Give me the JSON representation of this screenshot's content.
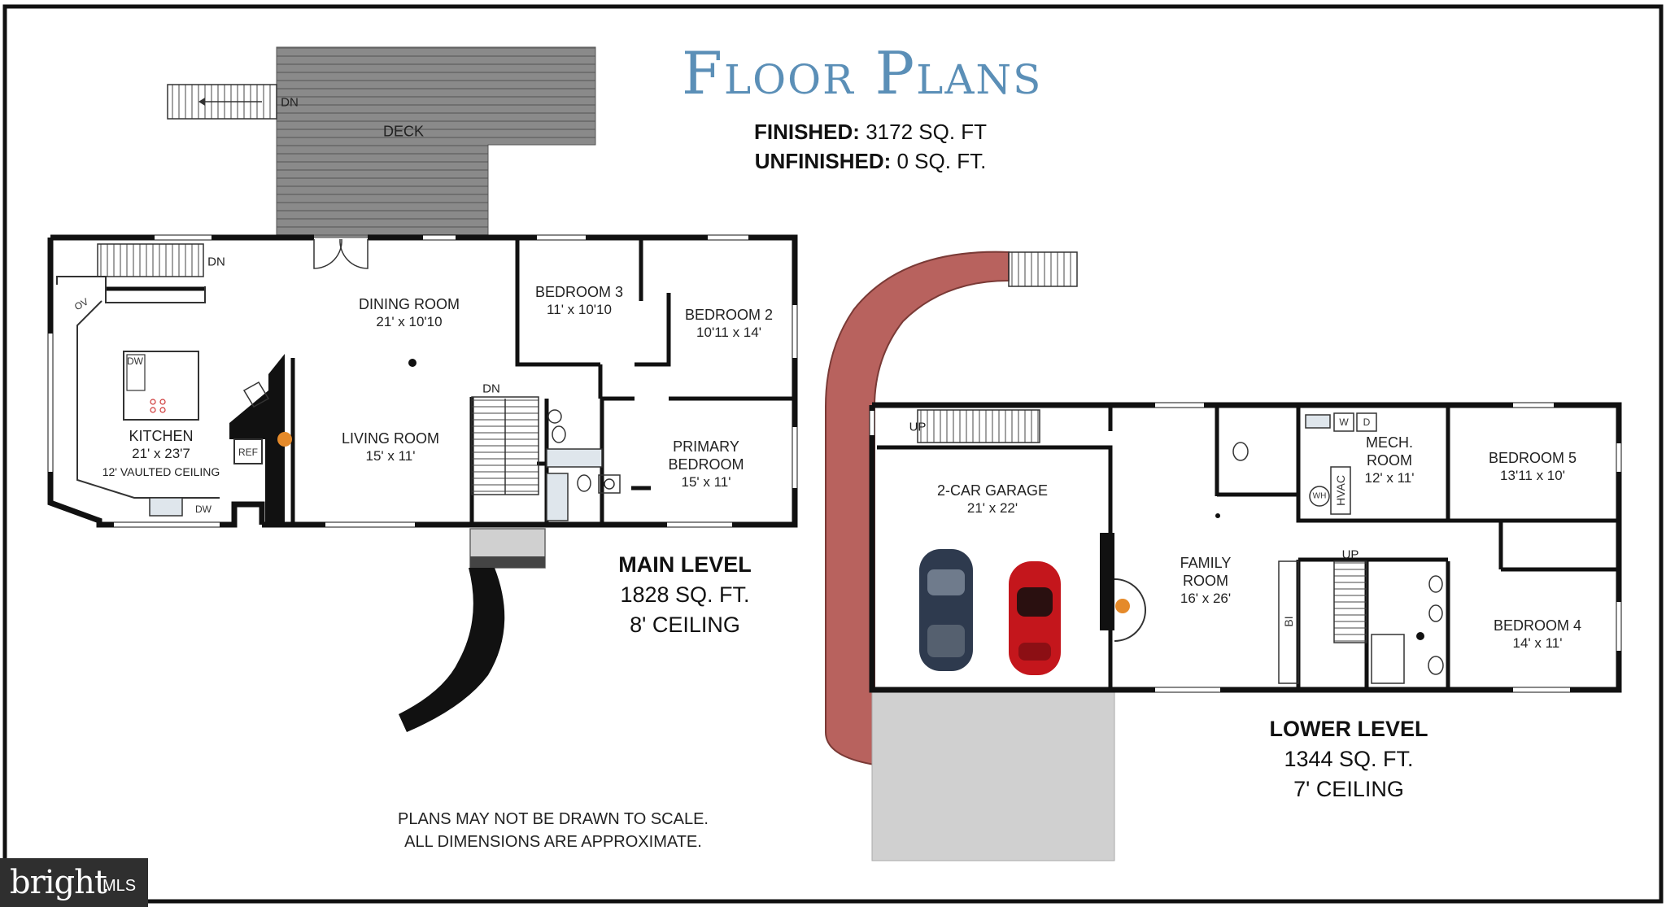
{
  "header": {
    "title": "Floor Plans",
    "finished_label": "FINISHED:",
    "finished_value": "3172 SQ. FT",
    "unfinished_label": "UNFINISHED:",
    "unfinished_value": "0 SQ. FT."
  },
  "main_level": {
    "name": "MAIN LEVEL",
    "area": "1828 SQ. FT.",
    "ceiling": "8' CEILING",
    "deck_label": "DECK",
    "stair_down_1": "DN",
    "stair_down_2": "DN",
    "stair_down_3": "DN",
    "rooms": {
      "dining": {
        "name": "DINING ROOM",
        "dim": "21' x 10'10"
      },
      "living": {
        "name": "LIVING ROOM",
        "dim": "15' x 11'"
      },
      "kitchen": {
        "name": "KITCHEN",
        "dim": "21' x 23'7",
        "note": "12' VAULTED CEILING"
      },
      "bedroom3": {
        "name": "BEDROOM 3",
        "dim": "11' x 10'10"
      },
      "bedroom2": {
        "name": "BEDROOM 2",
        "dim": "10'11 x 14'"
      },
      "primary": {
        "name": "PRIMARY BEDROOM",
        "dim": "15' x 11'"
      }
    },
    "fixtures": {
      "oven": "OV",
      "dishwasher_island": "DW",
      "dishwasher_counter": "DW",
      "fridge": "REF"
    }
  },
  "lower_level": {
    "name": "LOWER LEVEL",
    "area": "1344 SQ. FT.",
    "ceiling": "7' CEILING",
    "stair_up_1": "UP",
    "stair_up_2": "UP",
    "rooms": {
      "garage": {
        "name": "2-CAR GARAGE",
        "dim": "21' x 22'"
      },
      "family": {
        "name": "FAMILY ROOM",
        "dim": "16' x 26'"
      },
      "mech": {
        "name": "MECH. ROOM",
        "dim": "12' x 11'"
      },
      "bedroom5": {
        "name": "BEDROOM 5",
        "dim": "13'11 x 10'"
      },
      "bedroom4": {
        "name": "BEDROOM 4",
        "dim": "14' x 11'"
      }
    },
    "fixtures": {
      "washer": "W",
      "dryer": "D",
      "water_heater": "WH",
      "hvac": "HVAC",
      "built_in": "BI"
    }
  },
  "disclaimer": {
    "line1": "PLANS MAY NOT BE DRAWN TO SCALE.",
    "line2": "ALL DIMENSIONS ARE APPROXIMATE."
  },
  "watermark": {
    "brand": "bright",
    "suffix": "MLS"
  },
  "colors": {
    "title": "#5b8fb7",
    "deck": "#8a8a8a",
    "walkway": "#b8625e",
    "driveway": "#d0d0d0",
    "wall": "#111111",
    "car_blue": "#2e3a4e",
    "car_red": "#c4161c"
  }
}
